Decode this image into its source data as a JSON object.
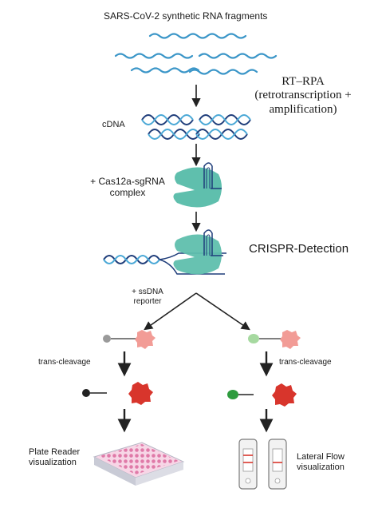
{
  "header": {
    "title": "SARS-CoV-2  synthetic RNA fragments"
  },
  "steps": {
    "rt_rpa": {
      "line1": "RT–RPA",
      "line2": "(retrotranscription +",
      "line3": "amplification)"
    },
    "cdna": "cDNA",
    "cas": {
      "line1": "+ Cas12a-sgRNA",
      "line2": "complex"
    },
    "detection": "CRISPR-Detection",
    "reporter": {
      "line1": "+ ssDNA",
      "line2": "reporter"
    }
  },
  "left_branch": {
    "cleavage": "trans-cleavage",
    "readout": {
      "line1": "Plate Reader",
      "line2": "visualization"
    }
  },
  "right_branch": {
    "cleavage": "trans-cleavage",
    "readout": {
      "line1": "Lateral Flow",
      "line2": "visualization"
    }
  },
  "colors": {
    "rna": "#3b96c8",
    "dna_dark": "#1f3d7a",
    "dna_light": "#4aa8d6",
    "cas": "#5fbfad",
    "fluor_pink": "#f29c96",
    "fluor_red": "#d8352c",
    "probe_left": "#9a9a9a",
    "probe_right": "#a6d9a0",
    "green_cleaved": "#2e9b3e"
  }
}
